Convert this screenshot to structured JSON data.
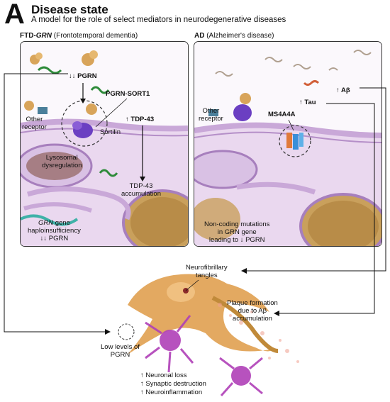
{
  "figure": {
    "letter": "A",
    "title": "Disease state",
    "subtitle": "A model for the role of select mediators in neurodegenerative diseases"
  },
  "left_panel": {
    "header_bold": "FTD-",
    "header_gene": "GRN",
    "header_rest": " (Frontotemporal dementia)",
    "pgrn_low": "↓↓ PGRN",
    "pgrn_sort1": "PGRN-SORT1",
    "other_receptor": "Other\nreceptor",
    "sortilin": "Sortilin",
    "tdp43_up": "↑ TDP-43",
    "lysosomal": "Lysosomal\ndysregulation",
    "tdp43_acc": "TDP-43\naccumulation",
    "grn_gene": "GRN",
    "grn_rest": " gene\nhaploinsufficiency\n↓↓ PGRN"
  },
  "right_panel": {
    "header_bold": "AD",
    "header_rest": " (Alzheimer's disease)",
    "abeta_up": "↑ Aβ",
    "tau_up": "↑ Tau",
    "other_receptor": "Other\nreceptor",
    "ms4a4a": "MS4A4A",
    "noncoding": "Non-coding mutations\nin GRN gene\nleading to ↓ PGRN"
  },
  "bottom": {
    "tangles": "Neurofibrillary\ntangles",
    "plaque": "Plaque formation\ndue to Aβ\naccumulation",
    "low_pgrn": "Low levels of\nPGRN",
    "outcomes": [
      "↑ Neuronal loss",
      "↑ Synaptic destruction",
      "↑ Neuroinflammation"
    ]
  },
  "colors": {
    "membrane": "#c9a8d8",
    "sortilin": "#6b3fc2",
    "pgrn": "#d8a45a",
    "tdp43": "#2e8b3a",
    "tau": "#d2603a",
    "ms4a4a": "#3a8fd8",
    "neuron": "#e0a050",
    "microglia": "#b040b8"
  }
}
